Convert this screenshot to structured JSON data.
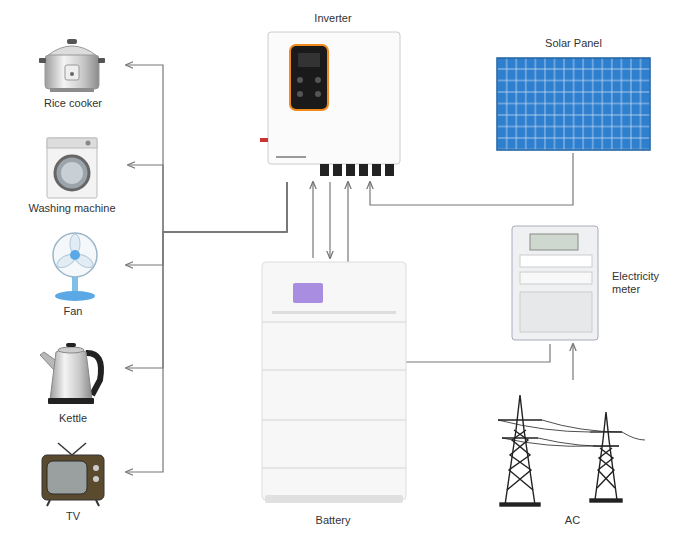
{
  "diagram": {
    "nodes": [
      {
        "text": [
          "Rice cooker"
        ]
      },
      {
        "text": [
          "Inverter"
        ]
      },
      {
        "text": [
          "Solar Panel"
        ]
      },
      {
        "text": [
          "Washing machine"
        ]
      },
      {
        "text": [
          "Fan"
        ]
      },
      {
        "text": [
          "Electricity meter"
        ]
      },
      {
        "text": [
          "Kettle"
        ]
      },
      {
        "text": [
          "Battery"
        ]
      },
      {
        "text": [
          "TV"
        ]
      },
      {
        "text": [
          "AC"
        ]
      }
    ],
    "edges": [
      {
        "from": 1,
        "to": 0,
        "arrow": "to"
      },
      {
        "from": 1,
        "to": 3,
        "arrow": "to"
      },
      {
        "from": 1,
        "to": 4,
        "arrow": "to"
      },
      {
        "from": 1,
        "to": 6,
        "arrow": "to"
      },
      {
        "from": 1,
        "to": 8,
        "arrow": "to"
      },
      {
        "from": 7,
        "to": 1,
        "arrow": "to"
      },
      {
        "from": 1,
        "to": 7,
        "arrow": "to"
      },
      {
        "from": 2,
        "to": 1,
        "arrow": "to"
      },
      {
        "from": 5,
        "to": 1,
        "arrow": "to"
      },
      {
        "from": 9,
        "to": 5,
        "arrow": "to"
      }
    ]
  }
}
